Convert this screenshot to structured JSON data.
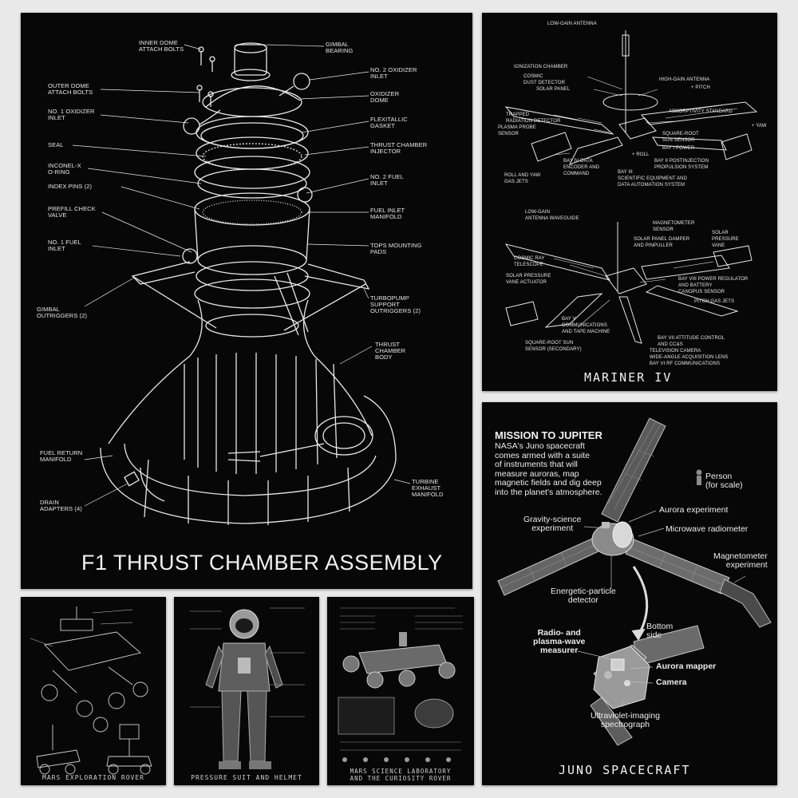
{
  "f1": {
    "title": "F1 THRUST CHAMBER ASSEMBLY",
    "labels_left": [
      "INNER DOME\nATTACH BOLTS",
      "OUTER DOME\nATTACH BOLTS",
      "NO. 1 OXIDIZER\nINLET",
      "SEAL",
      "INCONEL-X\nO-RING",
      "INDEX PINS (2)",
      "PREFILL CHECK\nVALVE",
      "NO. 1 FUEL\nINLET",
      "GIMBAL\nOUTRIGGERS (2)",
      "FUEL RETURN\nMANIFOLD",
      "DRAIN\nADAPTERS (4)"
    ],
    "labels_right": [
      "GIMBAL\nBEARING",
      "NO. 2 OXIDIZER\nINLET",
      "OXIDIZER\nDOME",
      "FLEXITALLIC\nGASKET",
      "THRUST CHAMBER\nINJECTOR",
      "NO. 2 FUEL\nINLET",
      "FUEL INLET\nMANIFOLD",
      "TOPS MOUNTING\nPADS",
      "TURBOPUMP\nSUPPORT\nOUTRIGGERS (2)",
      "THRUST\nCHAMBER\nBODY",
      "TURBINE\nEXHAUST\nMANIFOLD"
    ]
  },
  "mariner": {
    "title": "MARINER IV",
    "top_labels": [
      "LOW-GAIN ANTENNA",
      "IONIZATION CHAMBER",
      "COSMIC\nDUST DETECTOR",
      "SOLAR PANEL",
      "HIGH-GAIN ANTENNA",
      "+ PITCH",
      "ABSORPTIVITY STANDARD",
      "TRAPPED\nRADIATION DETECTOR",
      "PLASMA PROBE\nSENSOR",
      "SQUARE-ROOT\nSUN SENSOR",
      "BAY I POWER",
      "+ YAW",
      "+ ROLL",
      "BAY II POSTINJECTION\nPROPULSION SYSTEM",
      "BAY IV DATA\nENCODER AND\nCOMMAND",
      "BAY III\nSCIENTIFIC EQUIPMENT AND\nDATA AUTOMATION SYSTEM",
      "ROLL AND YAW\nGAS JETS"
    ],
    "bottom_labels": [
      "LOW-GAIN\nANTENNA WAVEGUIDE",
      "MAGNETOMETER\nSENSOR",
      "SOLAR PANEL DAMPER\nAND PINPULLER",
      "SOLAR\nPRESSURE\nVANE",
      "COSMIC RAY\nTELESCOPE",
      "SOLAR PRESSURE\nVANE ACTUATOR",
      "BAY VIII POWER REGULATOR\nAND BATTERY",
      "CANOPUS SENSOR",
      "PITCH GAS JETS",
      "BAY V\nCOMMUNICATIONS\nAND TAPE MACHINE",
      "BAY VII ATTITUDE CONTROL\nAND CC&S",
      "SQUARE-ROOT SUN\nSENSOR (SECONDARY)",
      "TELEVISION CAMERA",
      "WIDE-ANGLE ACQUISITION LENS",
      "BAY VI RF COMMUNICATIONS"
    ]
  },
  "juno": {
    "heading": "MISSION TO JUPITER",
    "intro": "NASA's Juno spacecraft\ncomes armed with a suite\nof instruments that will\nmeasure auroras, map\nmagnetic fields and dig deep\ninto the planet's atmosphere.",
    "person": "Person\n(for scale)",
    "aurora_experiment": "Aurora experiment",
    "gravity": "Gravity-science\nexperiment",
    "microwave": "Microwave radiometer",
    "magnetometer": "Magnetometer\nexperiment",
    "energetic": "Energetic-particle\ndetector",
    "bottom_side": "Bottom\nside",
    "radio": "Radio- and\nplasma-wave\nmeasurer",
    "aurora_mapper": "Aurora mapper",
    "camera": "Camera",
    "uv": "Ultraviolet-imaging\nspectrograph",
    "title": "JUNO SPACECRAFT"
  },
  "small": {
    "mars_rover": "MARS EXPLORATION ROVER",
    "pressure_suit": "PRESSURE SUIT AND HELMET",
    "msl": "MARS SCIENCE LABORATORY\nAND THE CURIOSITY ROVER"
  }
}
